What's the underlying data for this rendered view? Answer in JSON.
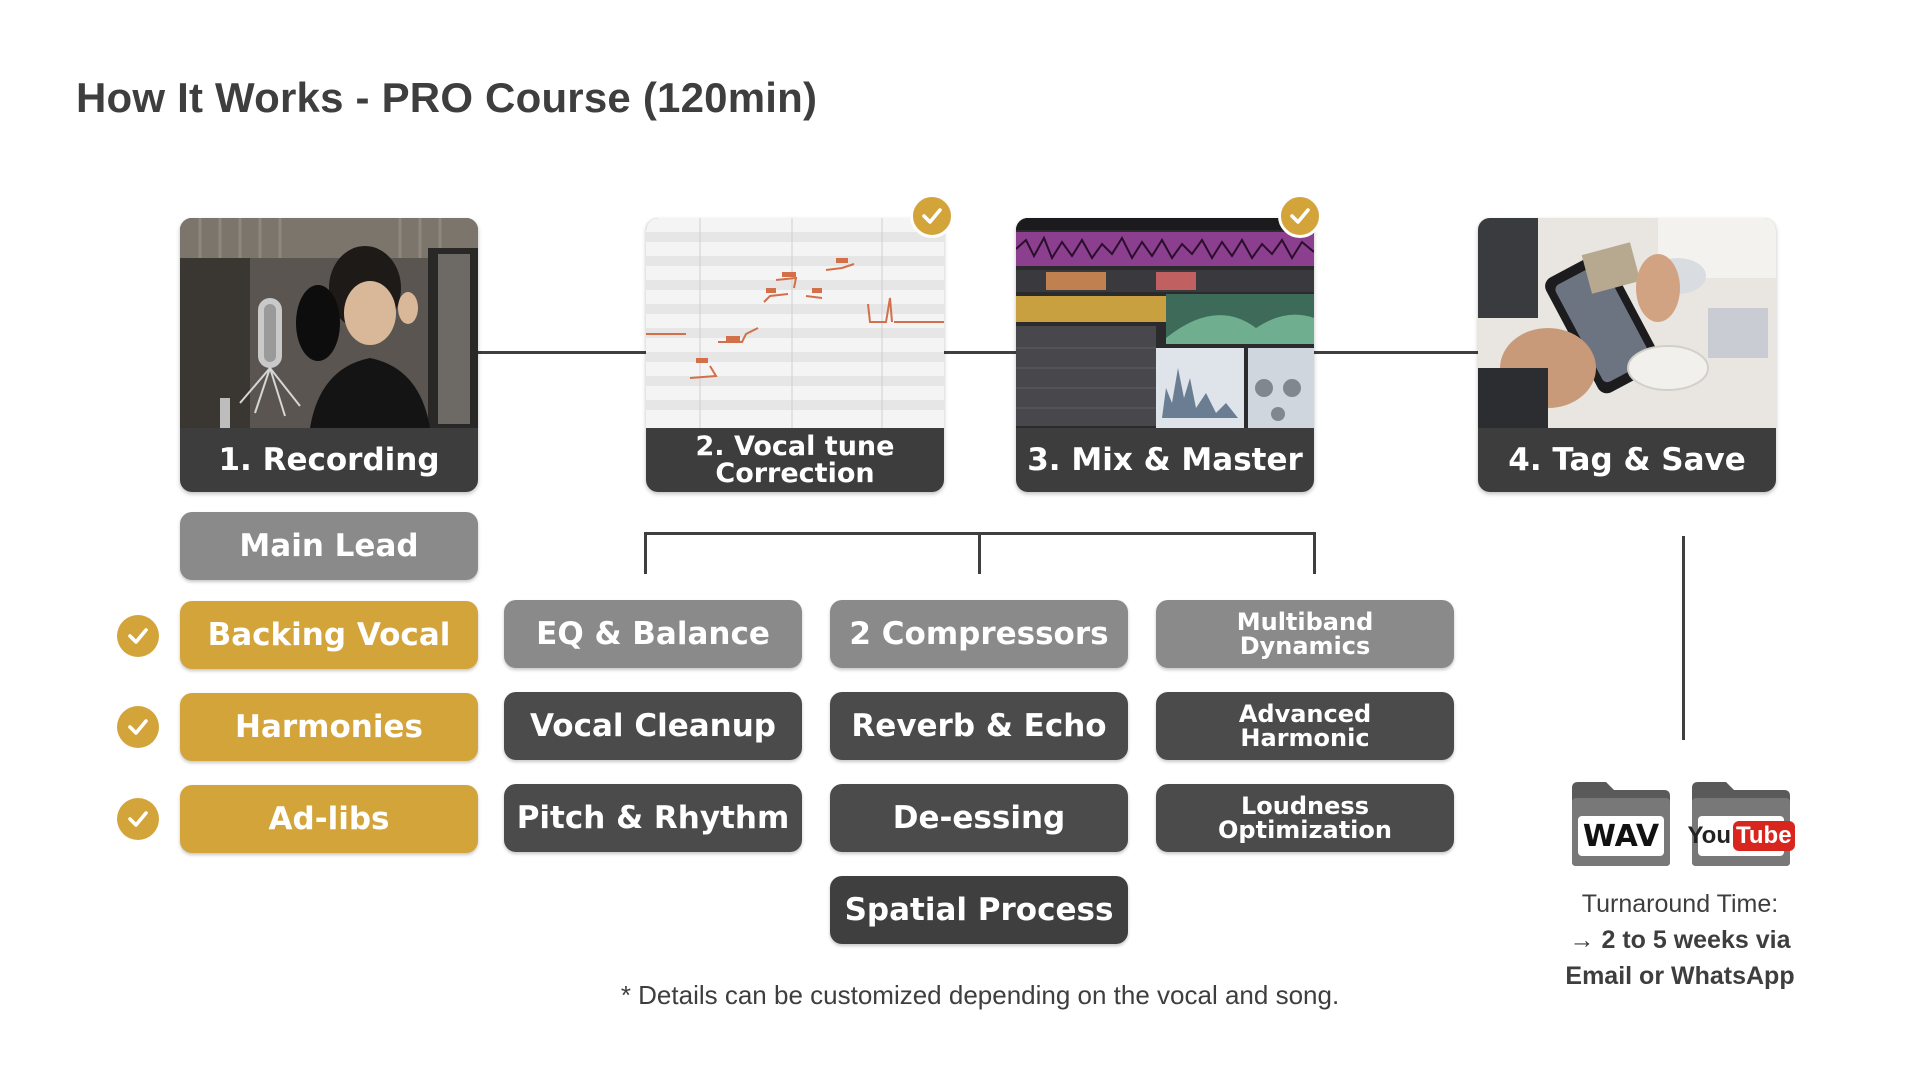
{
  "title": "How It Works - PRO Course (120min)",
  "steps": [
    {
      "label": "1. Recording",
      "checked": false
    },
    {
      "label_line1": "2. Vocal tune",
      "label_line2": "Correction",
      "checked": true
    },
    {
      "label": "3. Mix & Master",
      "checked": true
    },
    {
      "label": "4. Tag & Save",
      "checked": false
    }
  ],
  "recording_options": [
    {
      "label": "Main Lead",
      "checked": false,
      "style": "gray"
    },
    {
      "label": "Backing Vocal",
      "checked": true,
      "style": "gold"
    },
    {
      "label": "Harmonies",
      "checked": true,
      "style": "gold"
    },
    {
      "label": "Ad-libs",
      "checked": true,
      "style": "gold"
    }
  ],
  "mix_features": [
    {
      "label": "EQ & Balance",
      "style": "gray"
    },
    {
      "label": "2 Compressors",
      "style": "gray"
    },
    {
      "label_line1": "Multiband",
      "label_line2": "Dynamics",
      "style": "gray"
    },
    {
      "label": "Vocal Cleanup",
      "style": "dark"
    },
    {
      "label": "Reverb & Echo",
      "style": "dark"
    },
    {
      "label_line1": "Advanced",
      "label_line2": "Harmonic",
      "style": "dark"
    },
    {
      "label": "Pitch & Rhythm",
      "style": "dark"
    },
    {
      "label": "De-essing",
      "style": "dark"
    },
    {
      "label_line1": "Loudness",
      "label_line2": "Optimization",
      "style": "dark"
    },
    {
      "label": "Spatial Process",
      "style": "black"
    }
  ],
  "deliverables": {
    "wav_label": "WAV",
    "youtube_you": "You",
    "youtube_tube": "Tube"
  },
  "turnaround": {
    "line1": "Turnaround Time:",
    "arrow": "→",
    "line2": "2 to 5 weeks via",
    "line3": "Email or WhatsApp"
  },
  "note": "* Details can be customized depending on the vocal and song.",
  "colors": {
    "gold": "#d3a43a",
    "dark": "#4b4b4b",
    "gray": "#8a8a8a",
    "card": "#3d3d3d"
  },
  "icons": {
    "check": "check-circle-icon",
    "folder": "folder-icon"
  }
}
